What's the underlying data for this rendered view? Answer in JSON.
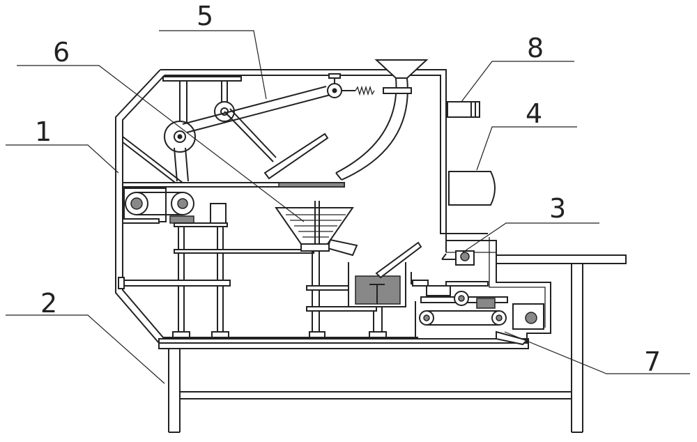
{
  "labels": {
    "l1": "1",
    "l2": "2",
    "l3": "3",
    "l4": "4",
    "l5": "5",
    "l6": "6",
    "l7": "7",
    "l8": "8"
  },
  "colors": {
    "line": "#222222",
    "fill_dark": "#888888",
    "background": "#ffffff"
  }
}
